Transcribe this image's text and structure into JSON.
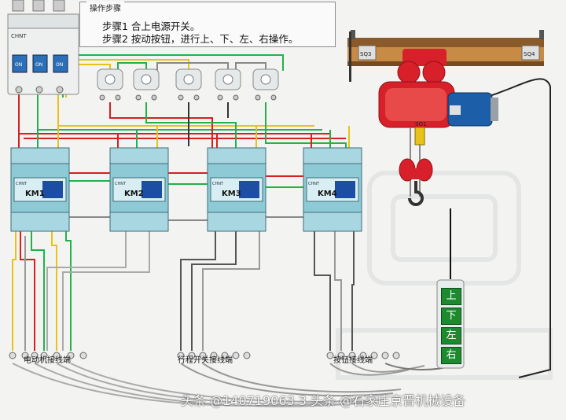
{
  "panel": {
    "title": "操作步骤",
    "step1": "步骤1  合上电源开关。",
    "step2": "步骤2  按动按钮，进行上、下、左、右操作。"
  },
  "breaker": {
    "brand": "CHNT",
    "handle_label": "ON"
  },
  "contactors": [
    {
      "brand": "CHNT",
      "label": "KM1"
    },
    {
      "brand": "CHNT",
      "label": "KM2"
    },
    {
      "brand": "CHNT",
      "label": "KM3"
    },
    {
      "brand": "CHNT",
      "label": "KM4"
    }
  ],
  "hoist": {
    "limit_switch_labels": [
      "SQ3",
      "SQ4",
      "SQ1"
    ]
  },
  "pendant": {
    "buttons": [
      "上",
      "下",
      "左",
      "右"
    ]
  },
  "terminals": [
    {
      "label": "电动机接线端"
    },
    {
      "label": "行程开关接线端"
    },
    {
      "label": "按钮接线端"
    }
  ],
  "watermark": "头条 @140719063 3 头条 @石家庄京晋机械设备",
  "colors": {
    "red": "#d42020",
    "green": "#22b24a",
    "yellow": "#e6c21a",
    "relay": "#8ec9d6",
    "hoist_red": "#d8202a",
    "motor_blue": "#1c5fa8",
    "button_green": "#1e8a30"
  }
}
